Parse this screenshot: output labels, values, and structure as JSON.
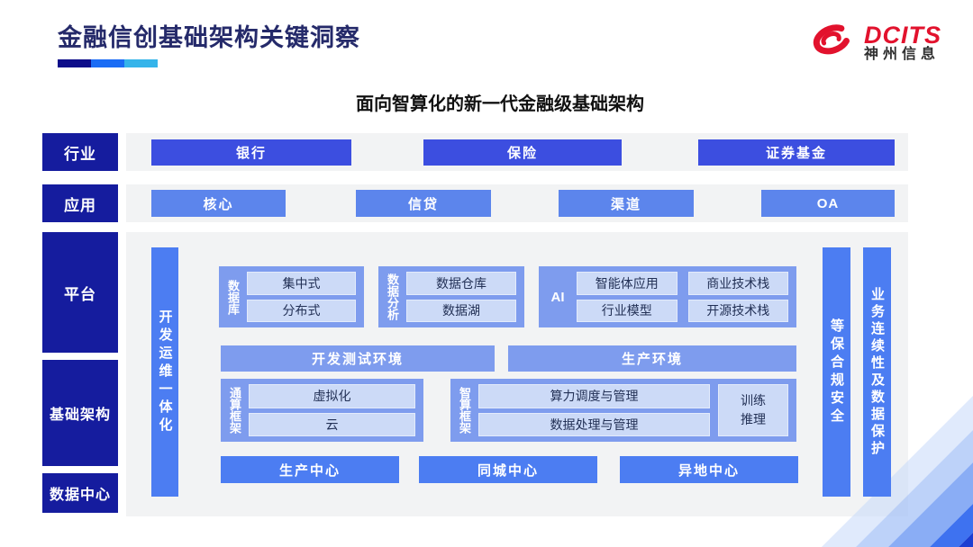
{
  "colors": {
    "navy": "#151c9e",
    "industry_blue": "#3c4ee0",
    "application_blue": "#5c85ec",
    "group_blue": "#7e9cee",
    "item_light_blue": "#ccdaf7",
    "bar_blue": "#4c7df2",
    "logo_red": "#e2122d",
    "underline": [
      "#0d0d8a",
      "#1a6cf5",
      "#35b4ea"
    ]
  },
  "header": {
    "title": "金融信创基础架构关键洞察",
    "logo_brand": "DCITS",
    "logo_name": "神州信息"
  },
  "diagram": {
    "subtitle": "面向智算化的新一代金融级基础架构",
    "sidebar": {
      "industry": "行业",
      "application": "应用",
      "platform": "平台",
      "infrastructure": "基础架构",
      "datacenter": "数据中心"
    },
    "industry_row": {
      "bank": "银行",
      "insurance": "保险",
      "securities": "证券基金"
    },
    "application_row": {
      "core": "核心",
      "credit": "信贷",
      "channel": "渠道",
      "oa": "OA"
    },
    "devops_bar": "开发运维一体化",
    "security_bar": "等保合规安全",
    "continuity_bar": "业务连续性及数据保护",
    "database_group": {
      "label": "数据库",
      "centralized": "集中式",
      "distributed": "分布式"
    },
    "analytics_group": {
      "label": "数据分析",
      "warehouse": "数据仓库",
      "lake": "数据湖"
    },
    "ai_group": {
      "label": "AI",
      "agent": "智能体应用",
      "commercial": "商业技术栈",
      "industry_model": "行业模型",
      "opensource": "开源技术栈"
    },
    "env_row": {
      "devtest": "开发测试环境",
      "production": "生产环境"
    },
    "general_compute_group": {
      "label": "通算框架",
      "virtualization": "虚拟化",
      "cloud": "云"
    },
    "ai_compute_group": {
      "label": "智算框架",
      "scheduling": "算力调度与管理",
      "data_processing": "数据处理与管理",
      "training": "训练推理"
    },
    "datacenter_row": {
      "production": "生产中心",
      "same_city": "同城中心",
      "remote": "异地中心"
    }
  }
}
